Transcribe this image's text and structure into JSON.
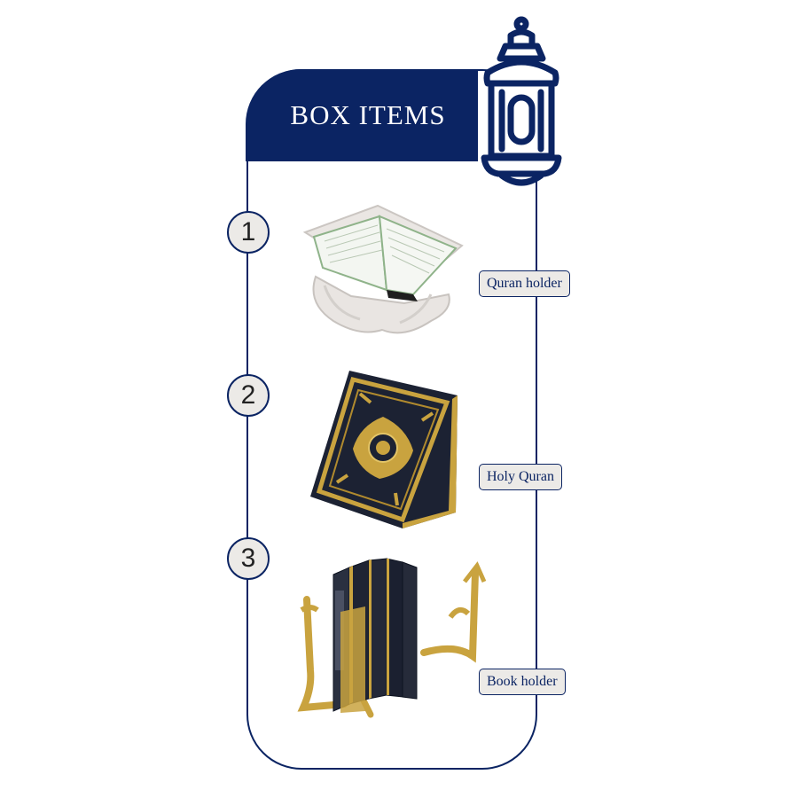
{
  "header": {
    "title": "BOX ITEMS"
  },
  "colors": {
    "navy": "#0b2463",
    "badge_bg": "#eceae7",
    "gold": "#c9a33f"
  },
  "items": [
    {
      "number": "1",
      "label": "Quran holder",
      "illustration": "quran-on-holder"
    },
    {
      "number": "2",
      "label": "Holy Quran",
      "illustration": "holy-quran-book"
    },
    {
      "number": "3",
      "label": "Book holder",
      "illustration": "book-holder-with-books"
    }
  ]
}
